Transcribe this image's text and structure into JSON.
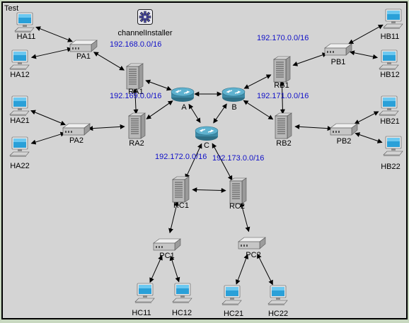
{
  "network_title": "Test",
  "installer": {
    "label": "channelInstaller",
    "icon": "gear-icon"
  },
  "routers": [
    {
      "id": "A",
      "label": "A"
    },
    {
      "id": "B",
      "label": "B"
    },
    {
      "id": "C",
      "label": "C"
    }
  ],
  "servers": [
    {
      "id": "RA1",
      "label": "RA1"
    },
    {
      "id": "RA2",
      "label": "RA2"
    },
    {
      "id": "RB1",
      "label": "RB1"
    },
    {
      "id": "RB2",
      "label": "RB2"
    },
    {
      "id": "RC1",
      "label": "RC1"
    },
    {
      "id": "RC2",
      "label": "RC2"
    }
  ],
  "switches": [
    {
      "id": "PA1",
      "label": "PA1"
    },
    {
      "id": "PA2",
      "label": "PA2"
    },
    {
      "id": "PB1",
      "label": "PB1"
    },
    {
      "id": "PB2",
      "label": "PB2"
    },
    {
      "id": "PC1",
      "label": "PC1"
    },
    {
      "id": "PC2",
      "label": "PC2"
    }
  ],
  "hosts": [
    {
      "id": "HA11",
      "label": "HA11"
    },
    {
      "id": "HA12",
      "label": "HA12"
    },
    {
      "id": "HA21",
      "label": "HA21"
    },
    {
      "id": "HA22",
      "label": "HA22"
    },
    {
      "id": "HB11",
      "label": "HB11"
    },
    {
      "id": "HB12",
      "label": "HB12"
    },
    {
      "id": "HB21",
      "label": "HB21"
    },
    {
      "id": "HB22",
      "label": "HB22"
    },
    {
      "id": "HC11",
      "label": "HC11"
    },
    {
      "id": "HC12",
      "label": "HC12"
    },
    {
      "id": "HC21",
      "label": "HC21"
    },
    {
      "id": "HC22",
      "label": "HC22"
    }
  ],
  "subnets": [
    {
      "id": "netA1",
      "label": "192.168.0.0/16"
    },
    {
      "id": "netA2",
      "label": "192.169.0.0/16"
    },
    {
      "id": "netB1",
      "label": "192.170.0.0/16"
    },
    {
      "id": "netB2",
      "label": "192.171.0.0/16"
    },
    {
      "id": "netC1",
      "label": "192.172.0.0/16"
    },
    {
      "id": "netC2",
      "label": "192.173.0.0/16"
    }
  ],
  "links": [
    [
      "HA11",
      "PA1"
    ],
    [
      "HA12",
      "PA1"
    ],
    [
      "PA1",
      "RA1"
    ],
    [
      "HA21",
      "PA2"
    ],
    [
      "HA22",
      "PA2"
    ],
    [
      "PA2",
      "RA2"
    ],
    [
      "RA1",
      "RA2"
    ],
    [
      "RA1",
      "A"
    ],
    [
      "RA2",
      "A"
    ],
    [
      "HB11",
      "PB1"
    ],
    [
      "HB12",
      "PB1"
    ],
    [
      "PB1",
      "RB1"
    ],
    [
      "HB21",
      "PB2"
    ],
    [
      "HB22",
      "PB2"
    ],
    [
      "PB2",
      "RB2"
    ],
    [
      "RB1",
      "RB2"
    ],
    [
      "RB1",
      "B"
    ],
    [
      "RB2",
      "B"
    ],
    [
      "A",
      "B"
    ],
    [
      "A",
      "C"
    ],
    [
      "B",
      "C"
    ],
    [
      "C",
      "RC1"
    ],
    [
      "C",
      "RC2"
    ],
    [
      "RC1",
      "RC2"
    ],
    [
      "RC1",
      "PC1"
    ],
    [
      "RC2",
      "PC2"
    ],
    [
      "PC1",
      "HC11"
    ],
    [
      "PC1",
      "HC12"
    ],
    [
      "PC2",
      "HC21"
    ],
    [
      "PC2",
      "HC22"
    ]
  ],
  "colors": {
    "canvas": "#d4d4d4",
    "subnet_text": "#1010c8",
    "outer": "#c8d8c0"
  }
}
